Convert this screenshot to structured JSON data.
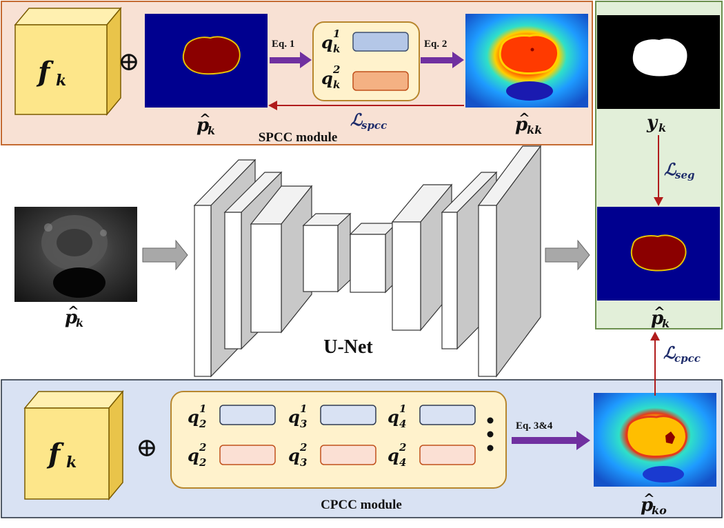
{
  "colors": {
    "spcc_bg": "#f8e1d4",
    "spcc_border": "#c46a31",
    "cpcc_bg": "#d9e2f3",
    "cpcc_border": "#1f2937",
    "output_bg": "#e2efd9",
    "output_border": "#6b8f4e",
    "cube_face": "#fde68a",
    "cube_side": "#e9c44a",
    "proto_bg": "#fff2cc",
    "proto_border": "#b7862d",
    "proto_blue": "#b4c7e7",
    "proto_orange": "#f4b183",
    "proto_pink": "#fbe0d4",
    "eq_arrow": "#7030a0",
    "loss_arrow": "#b01b1b",
    "gray_arrow": "#a8a8a8",
    "seg_blue": "#00008f",
    "seg_red": "#8b0000"
  },
  "spcc": {
    "feature_label": "f",
    "feature_sub": "k",
    "input_hat": "p",
    "input_sub": "k",
    "eq1": "Eq. 1",
    "eq2": "Eq. 2",
    "q1_base": "q",
    "q1_sub": "k",
    "q1_sup": "1",
    "q2_base": "q",
    "q2_sub": "k",
    "q2_sup": "2",
    "out_hat": "p",
    "out_sub": "kk",
    "loss_base": "ℒ",
    "loss_sub": "spcc",
    "title": "SPCC module"
  },
  "unet": {
    "title": "U-Net",
    "input_hat": "p",
    "input_sub": "k"
  },
  "output": {
    "gt_base": "y",
    "gt_sub": "k",
    "loss_base": "ℒ",
    "loss_sub": "seg",
    "pred_hat": "p",
    "pred_sub": "k"
  },
  "cpcc": {
    "feature_label": "f",
    "feature_sub": "k",
    "eq": "Eq. 3&4",
    "protos": [
      {
        "base": "q",
        "sub": "2",
        "sup": "1"
      },
      {
        "base": "q",
        "sub": "3",
        "sup": "1"
      },
      {
        "base": "q",
        "sub": "4",
        "sup": "1"
      },
      {
        "base": "q",
        "sub": "2",
        "sup": "2"
      },
      {
        "base": "q",
        "sub": "3",
        "sup": "2"
      },
      {
        "base": "q",
        "sub": "4",
        "sup": "2"
      }
    ],
    "out_hat": "p",
    "out_sub": "ko",
    "loss_base": "ℒ",
    "loss_sub": "cpcc",
    "title": "CPCC module"
  },
  "symbols": {
    "oplus": "⊕",
    "hat": "^"
  }
}
